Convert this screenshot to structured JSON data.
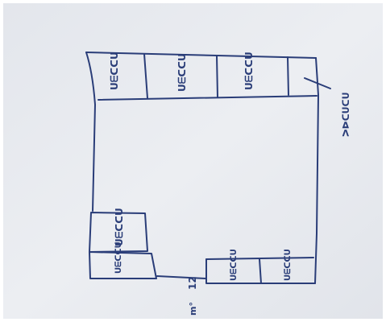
{
  "sketch": {
    "ink_color": "#2a3d78",
    "paper_color": "#e7eaef",
    "top_cells": [
      {
        "label": "ᑌᗴᑕᑕᑌ"
      },
      {
        "label": "ᑌᗴᑕᑕᑌ"
      },
      {
        "label": "ᑌᗴᑕᑕᑌ"
      },
      {
        "label": ""
      }
    ],
    "left_bottom_cells": [
      {
        "label": "ᑌᗴᑕᑕᑌ"
      },
      {
        "label": "ᑌᗴᑕᑕᑌ"
      }
    ],
    "right_bottom_cells": [
      {
        "label": "ᑌᗴᑕᑕᑌ"
      },
      {
        "label": "ᑌᗴᑕᑕᑌ"
      }
    ],
    "door_mark": "12",
    "door_note": "m°",
    "side_note": "ᐳᐅᑕᑌᑕᑌ"
  }
}
